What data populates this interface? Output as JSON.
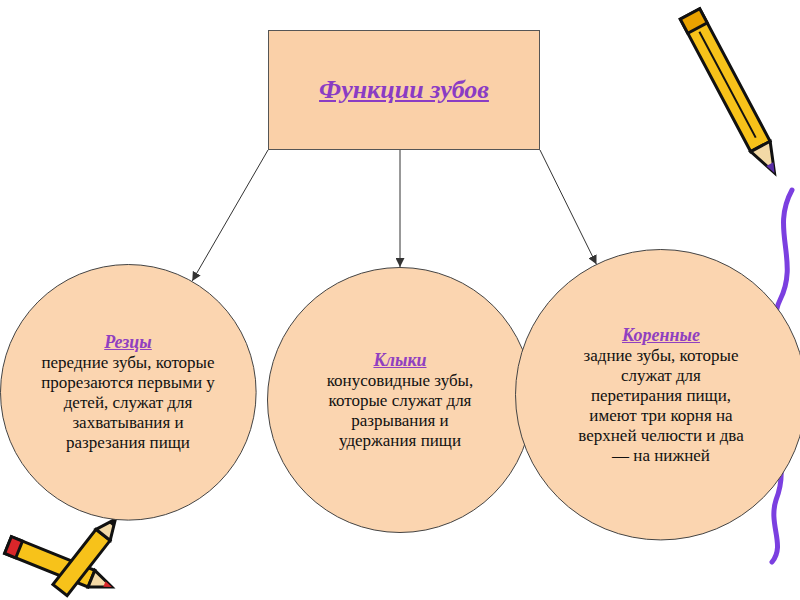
{
  "diagram": {
    "nodes": [
      {
        "text": [
          "Функции зубов"
        ]
      },
      {
        "text": [
          "Резцы",
          "передние зубы, которые прорезаются первыми у детей, служат для захватывания и разрезания пищи"
        ]
      },
      {
        "text": [
          "Клыки",
          "конусовидные зубы, которые служат для разрывания и удержания пищи"
        ]
      },
      {
        "text": [
          "Коренные",
          "задние зубы, которые служат для перетирания пищи, имеют три корня на верхней челюсти и два — на нижней"
        ]
      }
    ],
    "edges": [
      {
        "from": 0,
        "to": 1,
        "arrow": "to"
      },
      {
        "from": 0,
        "to": 2,
        "arrow": "to"
      },
      {
        "from": 0,
        "to": 3,
        "arrow": "to"
      }
    ]
  }
}
